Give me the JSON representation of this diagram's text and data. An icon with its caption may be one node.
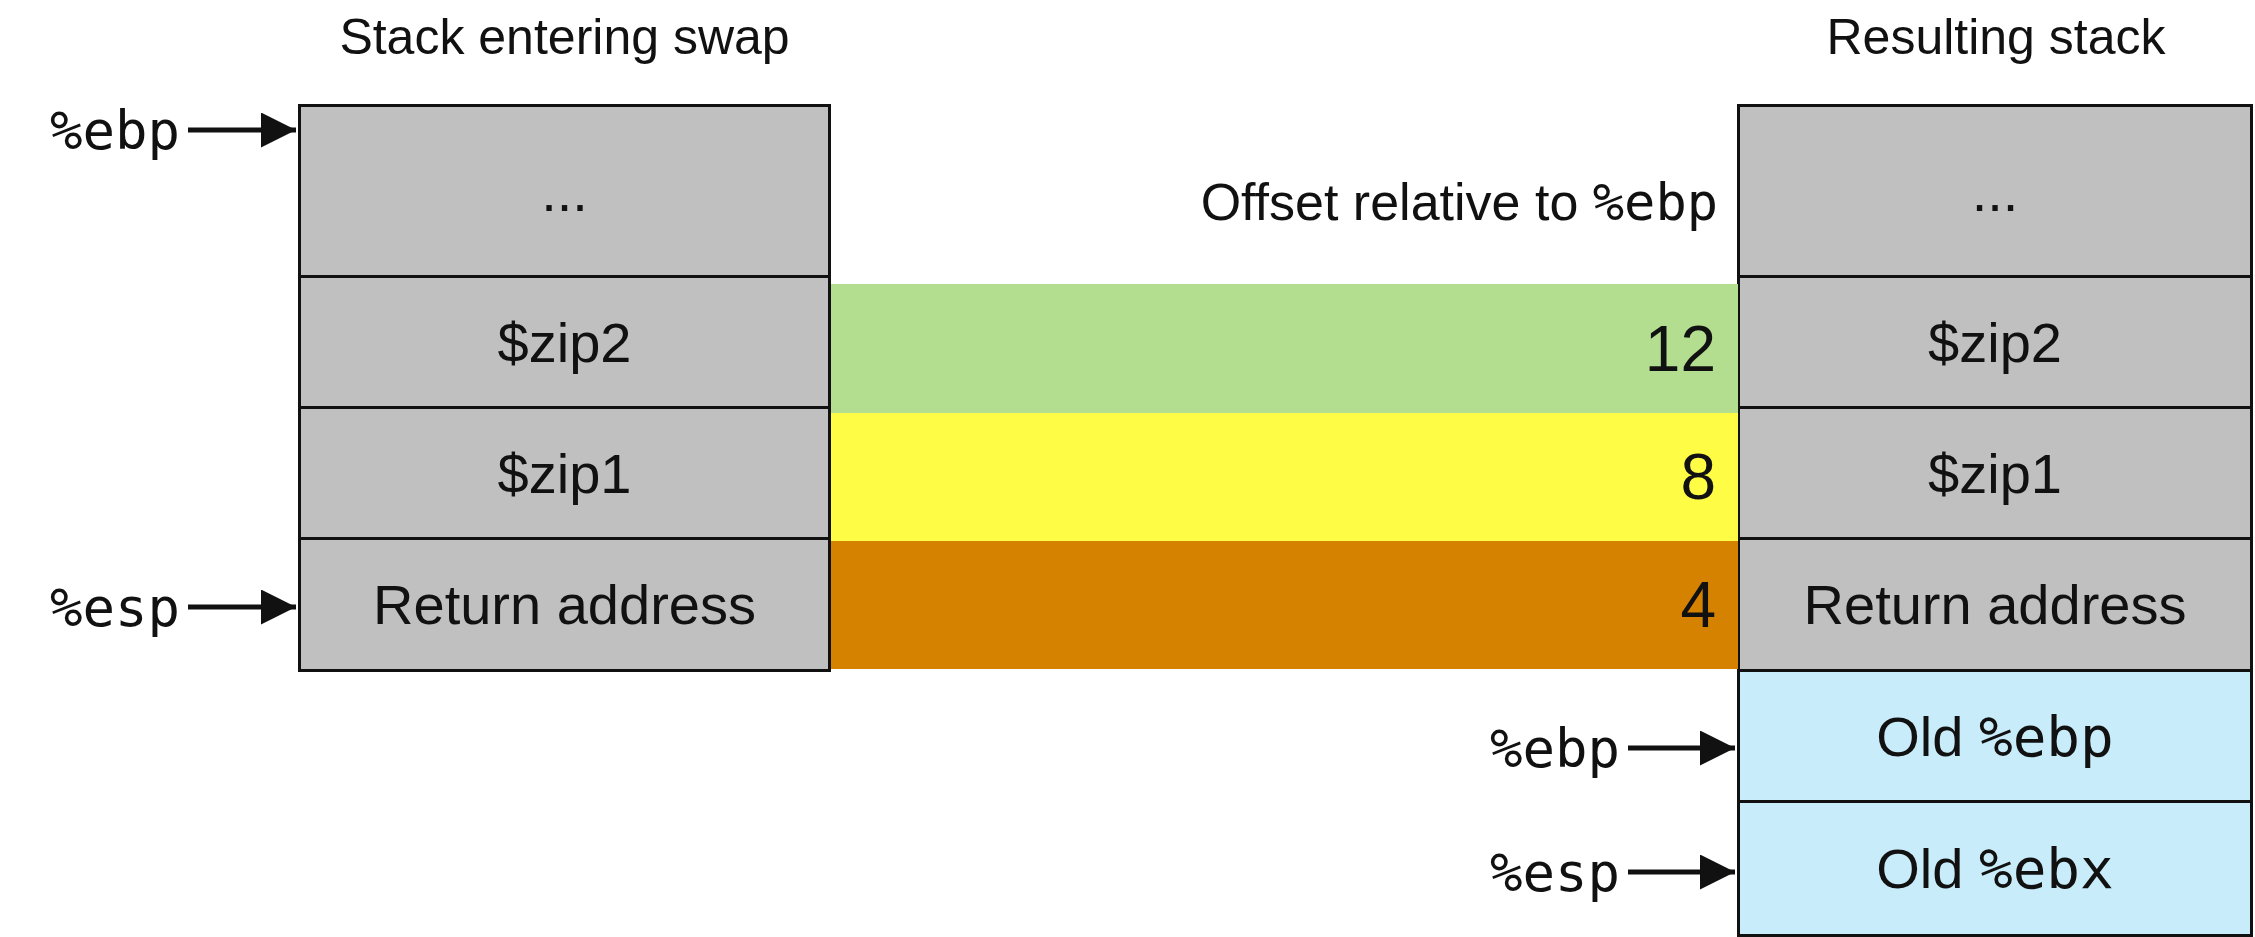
{
  "diagram": {
    "nodes": [
      {
        "text": [
          "Stack entering swap"
        ]
      },
      {
        "text": [
          "..."
        ],
        "in": 0
      },
      {
        "text": [
          "$zip2"
        ],
        "in": 0
      },
      {
        "text": [
          "$zip1"
        ],
        "in": 0
      },
      {
        "text": [
          "Return address"
        ],
        "in": 0
      },
      {
        "text": [
          "Resulting stack"
        ]
      },
      {
        "text": [
          "..."
        ],
        "in": 5
      },
      {
        "text": [
          "$zip2"
        ],
        "in": 5
      },
      {
        "text": [
          "$zip1"
        ],
        "in": 5
      },
      {
        "text": [
          "Return address"
        ],
        "in": 5
      },
      {
        "text": [
          "Old %ebp"
        ],
        "in": 5
      },
      {
        "text": [
          "Old %ebx"
        ],
        "in": 5
      },
      {
        "text": [
          "12"
        ]
      },
      {
        "text": [
          "8"
        ]
      },
      {
        "text": [
          "4"
        ]
      },
      {
        "text": [
          "%ebp"
        ]
      },
      {
        "text": [
          "%esp"
        ]
      },
      {
        "text": [
          "%ebp"
        ]
      },
      {
        "text": [
          "%esp"
        ]
      }
    ],
    "edges": [
      {
        "from": 15,
        "to": 1,
        "arrow": "to"
      },
      {
        "from": 16,
        "to": 4,
        "arrow": "to"
      },
      {
        "from": 17,
        "to": 10,
        "arrow": "to"
      },
      {
        "from": 18,
        "to": 11,
        "arrow": "to"
      }
    ],
    "labels": [
      "Offset relative to %ebp"
    ]
  }
}
